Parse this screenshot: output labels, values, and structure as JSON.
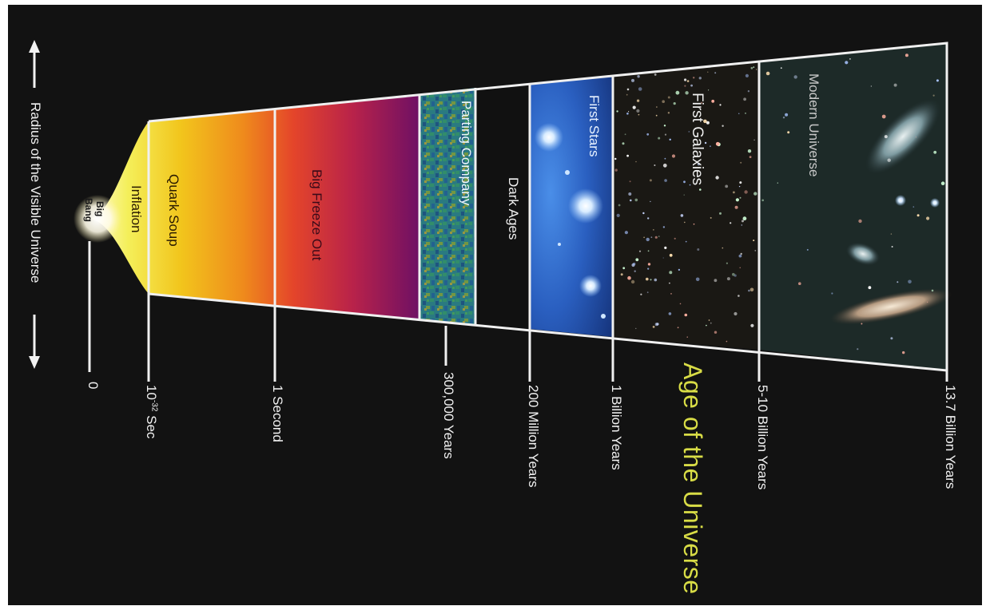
{
  "axis": {
    "label": "Radius of the Visible Universe"
  },
  "title": "Age of the Universe",
  "big_bang": {
    "line1": "Big",
    "line2": "Bang"
  },
  "eras": [
    {
      "key": "inflation",
      "label": "Inflation"
    },
    {
      "key": "quark_soup",
      "label": "Quark Soup"
    },
    {
      "key": "big_freeze_out",
      "label": "Big Freeze Out"
    },
    {
      "key": "parting_company",
      "label": "Parting Company"
    },
    {
      "key": "dark_ages",
      "label": "Dark Ages"
    },
    {
      "key": "first_stars",
      "label": "First Stars"
    },
    {
      "key": "first_galaxies",
      "label": "First Galaxies"
    },
    {
      "key": "modern_universe",
      "label": "Modern Universe"
    }
  ],
  "ticks": {
    "zero": "0",
    "sec_base": "10",
    "sec_exp": "-32",
    "sec_unit": "Sec",
    "one_second": "1 Second",
    "y300k": "300,000 Years",
    "m200": "200 Million Years",
    "b1": "1 Billion Years",
    "b5_10": "5-10 Billion Years",
    "b13_7": "13.7 Billion Years"
  },
  "colors": {
    "background": "#121212",
    "title": "#d8dc46",
    "boundary": "#f0f0f0"
  }
}
